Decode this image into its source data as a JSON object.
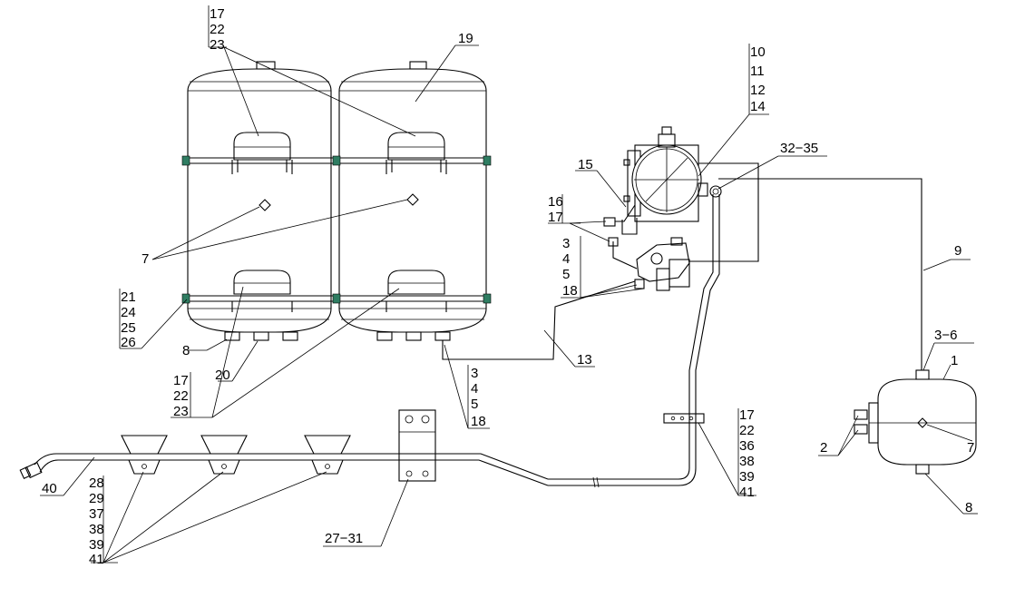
{
  "callouts": {
    "c17_22_23": [
      "17",
      "22",
      "23"
    ],
    "c19": "19",
    "c10_14": [
      "10",
      "11",
      "12",
      "14"
    ],
    "c32_35": "32−35",
    "c15": "15",
    "c16_17": [
      "16",
      "17"
    ],
    "c3_18_valve": [
      "3",
      "4",
      "5",
      "18"
    ],
    "c7_tanks": "7",
    "c21_26": [
      "21",
      "24",
      "25",
      "26"
    ],
    "c8_tank": "8",
    "c20": "20",
    "c17_23_low": [
      "17",
      "22",
      "23"
    ],
    "c13": "13",
    "c3_18_low": [
      "3",
      "4",
      "5",
      "18"
    ],
    "c9": "9",
    "c3_6": "3−6",
    "c1": "1",
    "c2": "2",
    "c7_small": "7",
    "c8_small": "8",
    "c17_41_clamp": [
      "17",
      "22",
      "36",
      "38",
      "39",
      "41"
    ],
    "c40": "40",
    "c28_41": [
      "28",
      "29",
      "37",
      "38",
      "39",
      "41"
    ],
    "c27_31": "27−31"
  },
  "colors": {
    "line": "#000000",
    "clamp_accent": "#2f7d62",
    "background": "#ffffff"
  }
}
